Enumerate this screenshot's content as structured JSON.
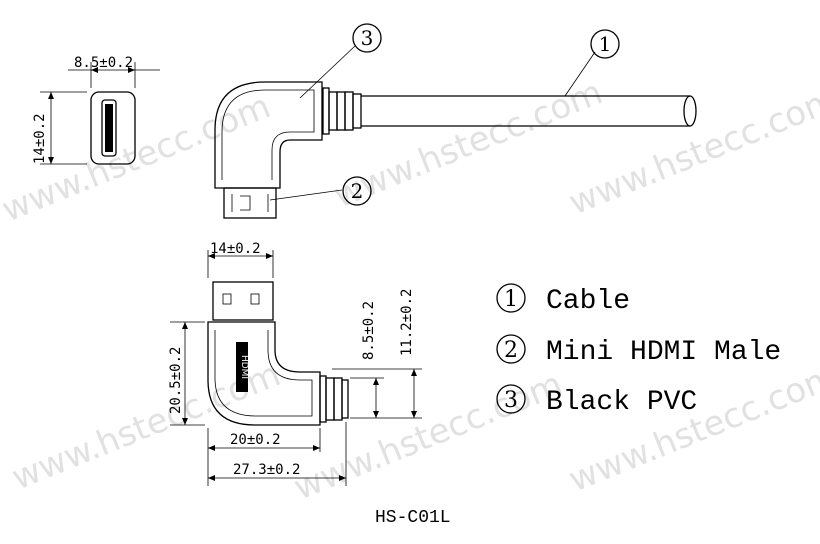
{
  "watermark": "www.hstecc.com",
  "callouts": [
    "1",
    "2",
    "3"
  ],
  "dimensions": {
    "end_width": "8.5±0.2",
    "end_height": "14±0.2",
    "plug_width": "14±0.2",
    "body_height": "20.5±0.2",
    "inner_width": "20±0.2",
    "overall_width": "27.3±0.2",
    "cable_offset": "8.5±0.2",
    "plug_offset": "11.2±0.2"
  },
  "legend": [
    {
      "num": "1",
      "label": "Cable"
    },
    {
      "num": "2",
      "label": "Mini HDMI Male"
    },
    {
      "num": "3",
      "label": "Black PVC"
    }
  ],
  "model": "HS-C01L",
  "body_logo": "HDMI"
}
